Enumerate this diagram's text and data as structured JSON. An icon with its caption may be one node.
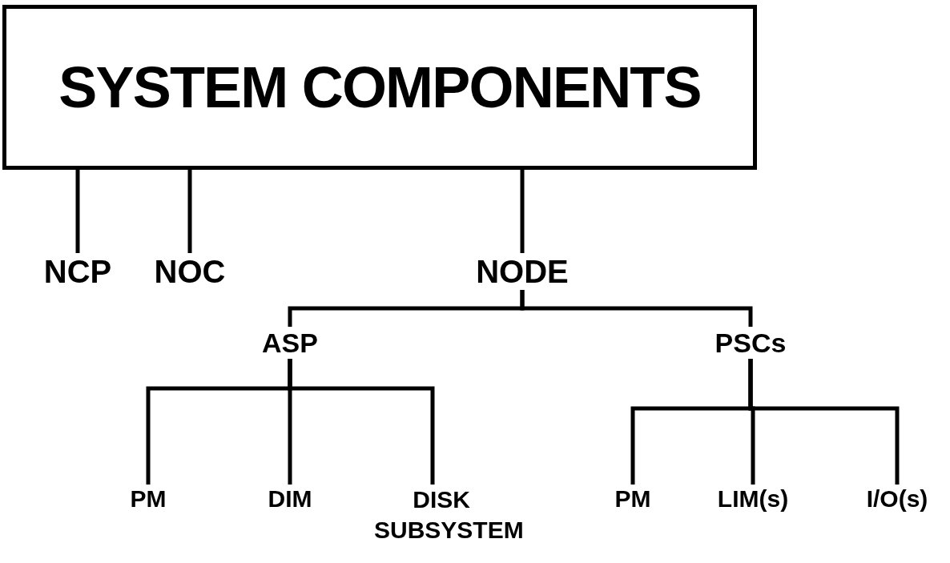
{
  "diagram": {
    "nodes": [
      {
        "text": [
          "SYSTEM COMPONENTS"
        ]
      },
      {
        "text": [
          "NCP"
        ]
      },
      {
        "text": [
          "NOC"
        ]
      },
      {
        "text": [
          "NODE"
        ]
      },
      {
        "text": [
          "ASP"
        ]
      },
      {
        "text": [
          "PSCs"
        ]
      },
      {
        "text": [
          "PM"
        ]
      },
      {
        "text": [
          "DIM"
        ]
      },
      {
        "text": [
          "DISK SUBSYSTEM"
        ]
      },
      {
        "text": [
          "PM"
        ]
      },
      {
        "text": [
          "LIM(s)"
        ]
      },
      {
        "text": [
          "I/O(s)"
        ]
      }
    ],
    "edges": [
      {
        "from": 0,
        "to": 1,
        "arrow": "none"
      },
      {
        "from": 0,
        "to": 2,
        "arrow": "none"
      },
      {
        "from": 0,
        "to": 3,
        "arrow": "none"
      },
      {
        "from": 3,
        "to": 4,
        "arrow": "none"
      },
      {
        "from": 3,
        "to": 5,
        "arrow": "none"
      },
      {
        "from": 4,
        "to": 6,
        "arrow": "none"
      },
      {
        "from": 4,
        "to": 7,
        "arrow": "none"
      },
      {
        "from": 4,
        "to": 8,
        "arrow": "none"
      },
      {
        "from": 5,
        "to": 9,
        "arrow": "none"
      },
      {
        "from": 5,
        "to": 10,
        "arrow": "none"
      },
      {
        "from": 5,
        "to": 11,
        "arrow": "none"
      }
    ]
  }
}
